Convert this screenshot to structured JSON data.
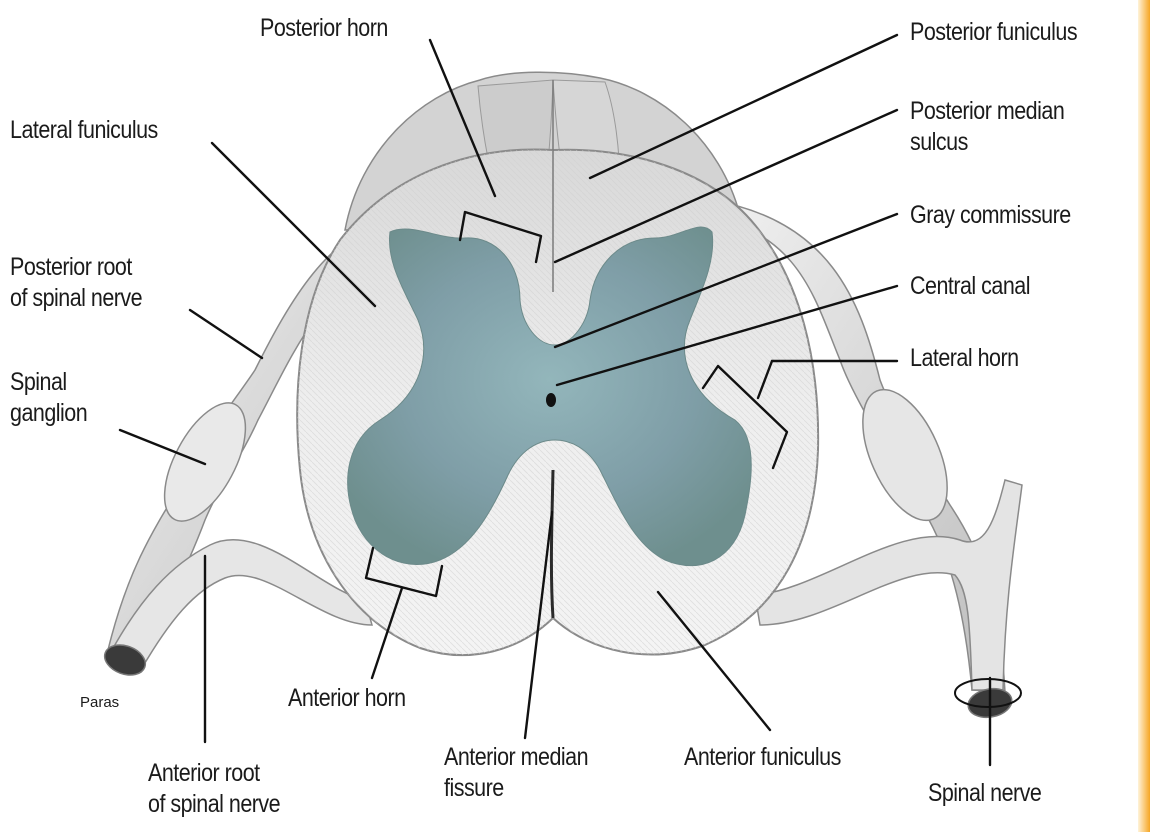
{
  "figure": {
    "labels": {
      "posterior_horn": "Posterior horn",
      "posterior_funiculus": "Posterior funiculus",
      "lateral_funiculus": "Lateral funiculus",
      "posterior_median_sulcus": "Posterior median\nsulcus",
      "gray_commissure": "Gray commissure",
      "central_canal": "Central canal",
      "lateral_horn": "Lateral horn",
      "posterior_root": "Posterior root\nof spinal nerve",
      "spinal_ganglion": "Spinal\nganglion",
      "anterior_horn": "Anterior horn",
      "anterior_root": "Anterior root\nof spinal nerve",
      "anterior_median_fissure": "Anterior median\nfissure",
      "anterior_funiculus": "Anterior funiculus",
      "spinal_nerve": "Spinal nerve",
      "credit": "Paras"
    },
    "colors": {
      "white_matter": "#ececec",
      "gray_matter": "#7f9ea7",
      "outline": "#8a8a8a",
      "leader_line": "#111111",
      "accent_strip": "#f6a623"
    }
  }
}
